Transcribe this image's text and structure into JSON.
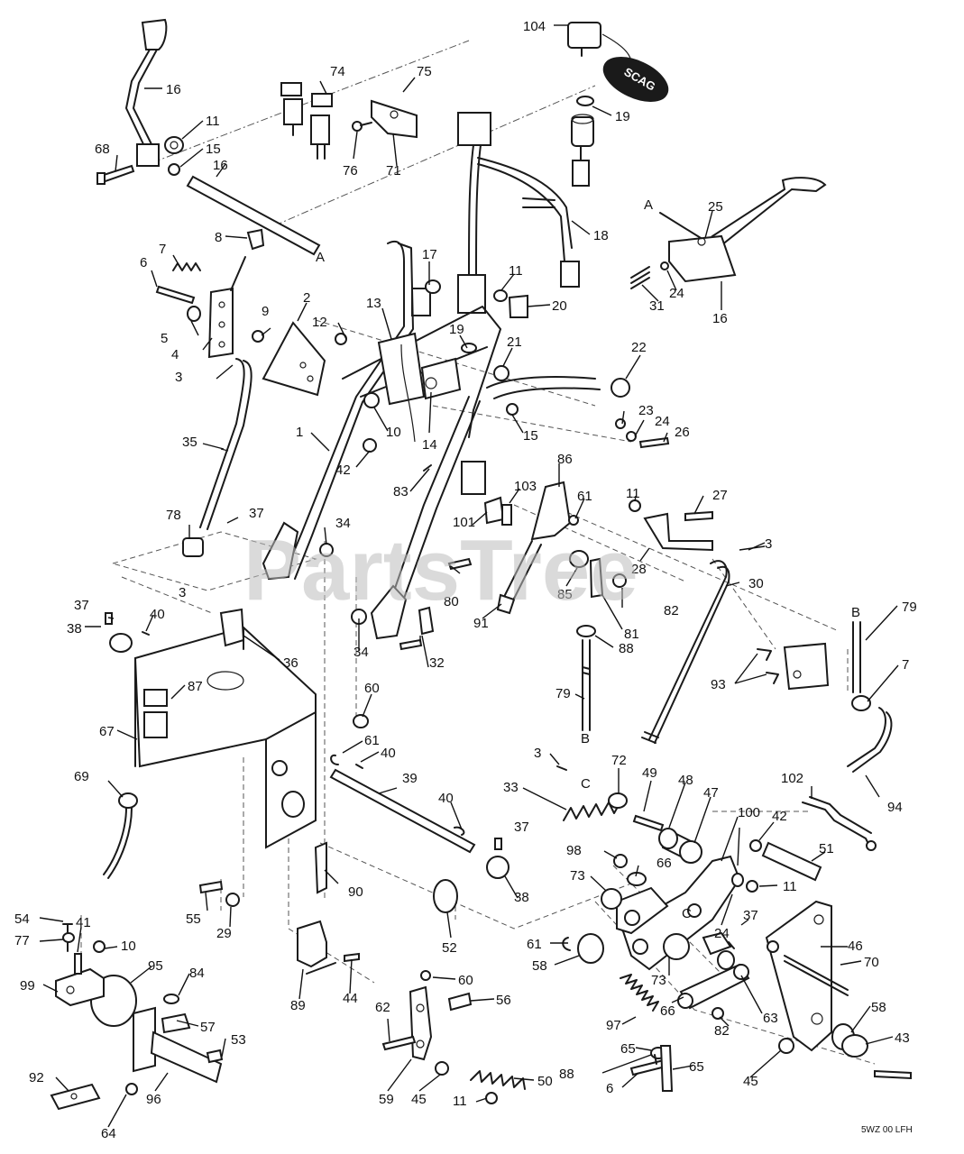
{
  "watermark": "PartsTree",
  "drawing_code": "5WZ 00 LFH",
  "keyfob_brand": "SCAG",
  "callouts": [
    {
      "id": "c104",
      "label": "104"
    },
    {
      "id": "c74",
      "label": "74"
    },
    {
      "id": "c75",
      "label": "75"
    },
    {
      "id": "c16a",
      "label": "16"
    },
    {
      "id": "c11a",
      "label": "11"
    },
    {
      "id": "c68",
      "label": "68"
    },
    {
      "id": "c15a",
      "label": "15"
    },
    {
      "id": "c16b",
      "label": "16"
    },
    {
      "id": "c19a",
      "label": "19"
    },
    {
      "id": "c76",
      "label": "76"
    },
    {
      "id": "c71",
      "label": "71"
    },
    {
      "id": "c25",
      "label": "25"
    },
    {
      "id": "c18",
      "label": "18"
    },
    {
      "id": "c8",
      "label": "8"
    },
    {
      "id": "c7",
      "label": "7"
    },
    {
      "id": "c17",
      "label": "17"
    },
    {
      "id": "c6a",
      "label": "6"
    },
    {
      "id": "c11b",
      "label": "11"
    },
    {
      "id": "c20",
      "label": "20"
    },
    {
      "id": "c31",
      "label": "31"
    },
    {
      "id": "c24a",
      "label": "24"
    },
    {
      "id": "c16c",
      "label": "16"
    },
    {
      "id": "c2",
      "label": "2"
    },
    {
      "id": "c13",
      "label": "13"
    },
    {
      "id": "c9",
      "label": "9"
    },
    {
      "id": "c5",
      "label": "5"
    },
    {
      "id": "c12",
      "label": "12"
    },
    {
      "id": "c19b",
      "label": "19"
    },
    {
      "id": "c21",
      "label": "21"
    },
    {
      "id": "c22",
      "label": "22"
    },
    {
      "id": "c4",
      "label": "4"
    },
    {
      "id": "c3a",
      "label": "3"
    },
    {
      "id": "c10a",
      "label": "10"
    },
    {
      "id": "c14",
      "label": "14"
    },
    {
      "id": "c15b",
      "label": "15"
    },
    {
      "id": "c23",
      "label": "23"
    },
    {
      "id": "c24b",
      "label": "24"
    },
    {
      "id": "c26",
      "label": "26"
    },
    {
      "id": "c1",
      "label": "1"
    },
    {
      "id": "c35",
      "label": "35"
    },
    {
      "id": "c42a",
      "label": "42"
    },
    {
      "id": "c83",
      "label": "83"
    },
    {
      "id": "c86",
      "label": "86"
    },
    {
      "id": "c103",
      "label": "103"
    },
    {
      "id": "c61a",
      "label": "61"
    },
    {
      "id": "c11c",
      "label": "11"
    },
    {
      "id": "c27",
      "label": "27"
    },
    {
      "id": "c78",
      "label": "78"
    },
    {
      "id": "c37a",
      "label": "37"
    },
    {
      "id": "c34a",
      "label": "34"
    },
    {
      "id": "c101",
      "label": "101"
    },
    {
      "id": "c3b",
      "label": "3"
    },
    {
      "id": "c28",
      "label": "28"
    },
    {
      "id": "c80",
      "label": "80"
    },
    {
      "id": "c85",
      "label": "85"
    },
    {
      "id": "c30",
      "label": "30"
    },
    {
      "id": "c3c",
      "label": "3"
    },
    {
      "id": "c82a",
      "label": "82"
    },
    {
      "id": "c91",
      "label": "91"
    },
    {
      "id": "c81",
      "label": "81"
    },
    {
      "id": "c79a",
      "label": "79"
    },
    {
      "id": "c7b",
      "label": "7"
    },
    {
      "id": "c37b",
      "label": "37"
    },
    {
      "id": "c40a",
      "label": "40"
    },
    {
      "id": "c38a",
      "label": "38"
    },
    {
      "id": "c34b",
      "label": "34"
    },
    {
      "id": "c36",
      "label": "36"
    },
    {
      "id": "c32",
      "label": "32"
    },
    {
      "id": "c88a",
      "label": "88"
    },
    {
      "id": "c93",
      "label": "93"
    },
    {
      "id": "c87",
      "label": "87"
    },
    {
      "id": "c60a",
      "label": "60"
    },
    {
      "id": "c79b",
      "label": "79"
    },
    {
      "id": "c67",
      "label": "67"
    },
    {
      "id": "c61b",
      "label": "61"
    },
    {
      "id": "c40b",
      "label": "40"
    },
    {
      "id": "c3d",
      "label": "3"
    },
    {
      "id": "c72",
      "label": "72"
    },
    {
      "id": "c49",
      "label": "49"
    },
    {
      "id": "c48",
      "label": "48"
    },
    {
      "id": "c47",
      "label": "47"
    },
    {
      "id": "c69",
      "label": "69"
    },
    {
      "id": "c39",
      "label": "39"
    },
    {
      "id": "c33",
      "label": "33"
    },
    {
      "id": "c102",
      "label": "102"
    },
    {
      "id": "c94",
      "label": "94"
    },
    {
      "id": "c40c",
      "label": "40"
    },
    {
      "id": "c100",
      "label": "100"
    },
    {
      "id": "c42b",
      "label": "42"
    },
    {
      "id": "c37c",
      "label": "37"
    },
    {
      "id": "c98",
      "label": "98"
    },
    {
      "id": "c66a",
      "label": "66"
    },
    {
      "id": "c51",
      "label": "51"
    },
    {
      "id": "c73a",
      "label": "73"
    },
    {
      "id": "c90",
      "label": "90"
    },
    {
      "id": "c38b",
      "label": "38"
    },
    {
      "id": "c11d",
      "label": "11"
    },
    {
      "id": "c55",
      "label": "55"
    },
    {
      "id": "c29",
      "label": "29"
    },
    {
      "id": "c52",
      "label": "52"
    },
    {
      "id": "c24c",
      "label": "24"
    },
    {
      "id": "c37d",
      "label": "37"
    },
    {
      "id": "c46",
      "label": "46"
    },
    {
      "id": "c54",
      "label": "54"
    },
    {
      "id": "c41",
      "label": "41"
    },
    {
      "id": "c77",
      "label": "77"
    },
    {
      "id": "c10b",
      "label": "10"
    },
    {
      "id": "c61c",
      "label": "61"
    },
    {
      "id": "c58a",
      "label": "58"
    },
    {
      "id": "c70",
      "label": "70"
    },
    {
      "id": "c73b",
      "label": "73"
    },
    {
      "id": "c99",
      "label": "99"
    },
    {
      "id": "c95",
      "label": "95"
    },
    {
      "id": "c89",
      "label": "89"
    },
    {
      "id": "c44",
      "label": "44"
    },
    {
      "id": "c60b",
      "label": "60"
    },
    {
      "id": "c84",
      "label": "84"
    },
    {
      "id": "c56",
      "label": "56"
    },
    {
      "id": "c97",
      "label": "97"
    },
    {
      "id": "c66b",
      "label": "66"
    },
    {
      "id": "c63",
      "label": "63"
    },
    {
      "id": "c58b",
      "label": "58"
    },
    {
      "id": "c43",
      "label": "43"
    },
    {
      "id": "c57",
      "label": "57"
    },
    {
      "id": "c62",
      "label": "62"
    },
    {
      "id": "c82b",
      "label": "82"
    },
    {
      "id": "c53",
      "label": "53"
    },
    {
      "id": "c65a",
      "label": "65"
    },
    {
      "id": "c88b",
      "label": "88"
    },
    {
      "id": "c65b",
      "label": "65"
    },
    {
      "id": "c92",
      "label": "92"
    },
    {
      "id": "c96",
      "label": "96"
    },
    {
      "id": "c59",
      "label": "59"
    },
    {
      "id": "c45a",
      "label": "45"
    },
    {
      "id": "c50",
      "label": "50"
    },
    {
      "id": "c6b",
      "label": "6"
    },
    {
      "id": "c45b",
      "label": "45"
    },
    {
      "id": "c64",
      "label": "64"
    },
    {
      "id": "c11e",
      "label": "11"
    }
  ],
  "connection_letters": [
    {
      "id": "lA1",
      "label": "A"
    },
    {
      "id": "lA2",
      "label": "A"
    },
    {
      "id": "lB1",
      "label": "B"
    },
    {
      "id": "lB2",
      "label": "B"
    },
    {
      "id": "lC1",
      "label": "C"
    },
    {
      "id": "lC2",
      "label": "C"
    }
  ]
}
